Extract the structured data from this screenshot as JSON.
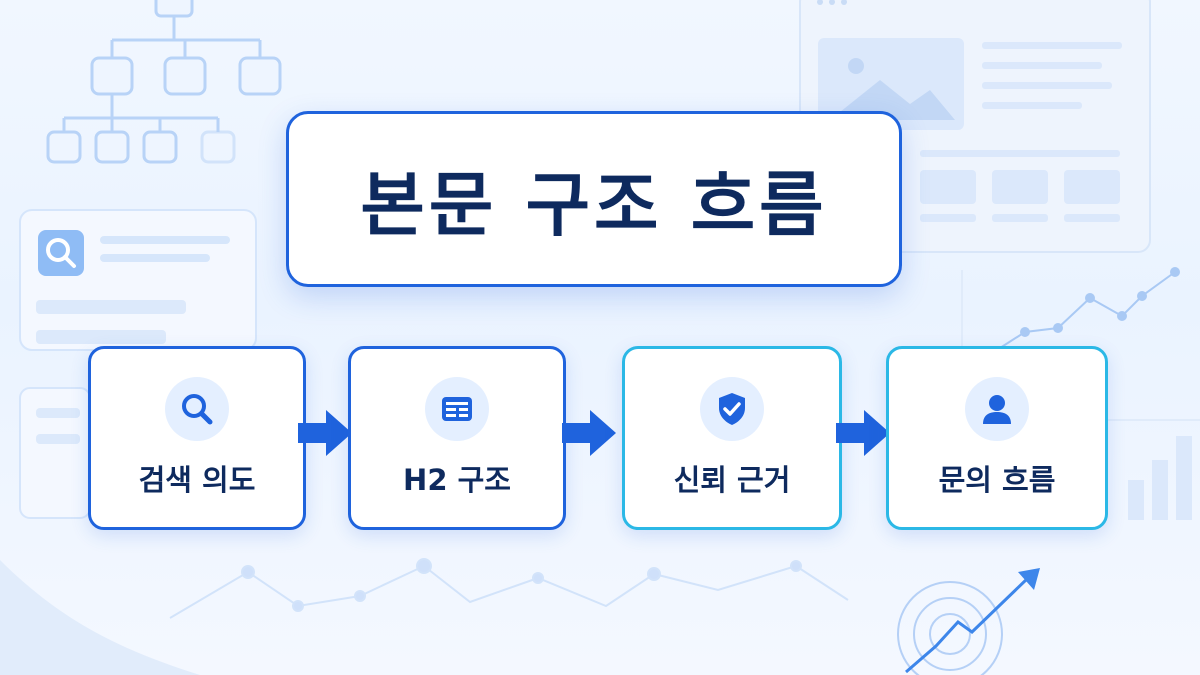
{
  "title": "본문 구조 흐름",
  "steps": [
    {
      "label": "검색 의도",
      "icon": "search-icon"
    },
    {
      "label": "H2 구조",
      "icon": "layout-icon"
    },
    {
      "label": "신뢰 근거",
      "icon": "shield-check-icon"
    },
    {
      "label": "문의 흐름",
      "icon": "user-icon"
    }
  ],
  "colors": {
    "accent": "#1f63dd",
    "accent_teal": "#2bb8e6",
    "title_text": "#0e2a5e",
    "background": "#eef5ff"
  }
}
